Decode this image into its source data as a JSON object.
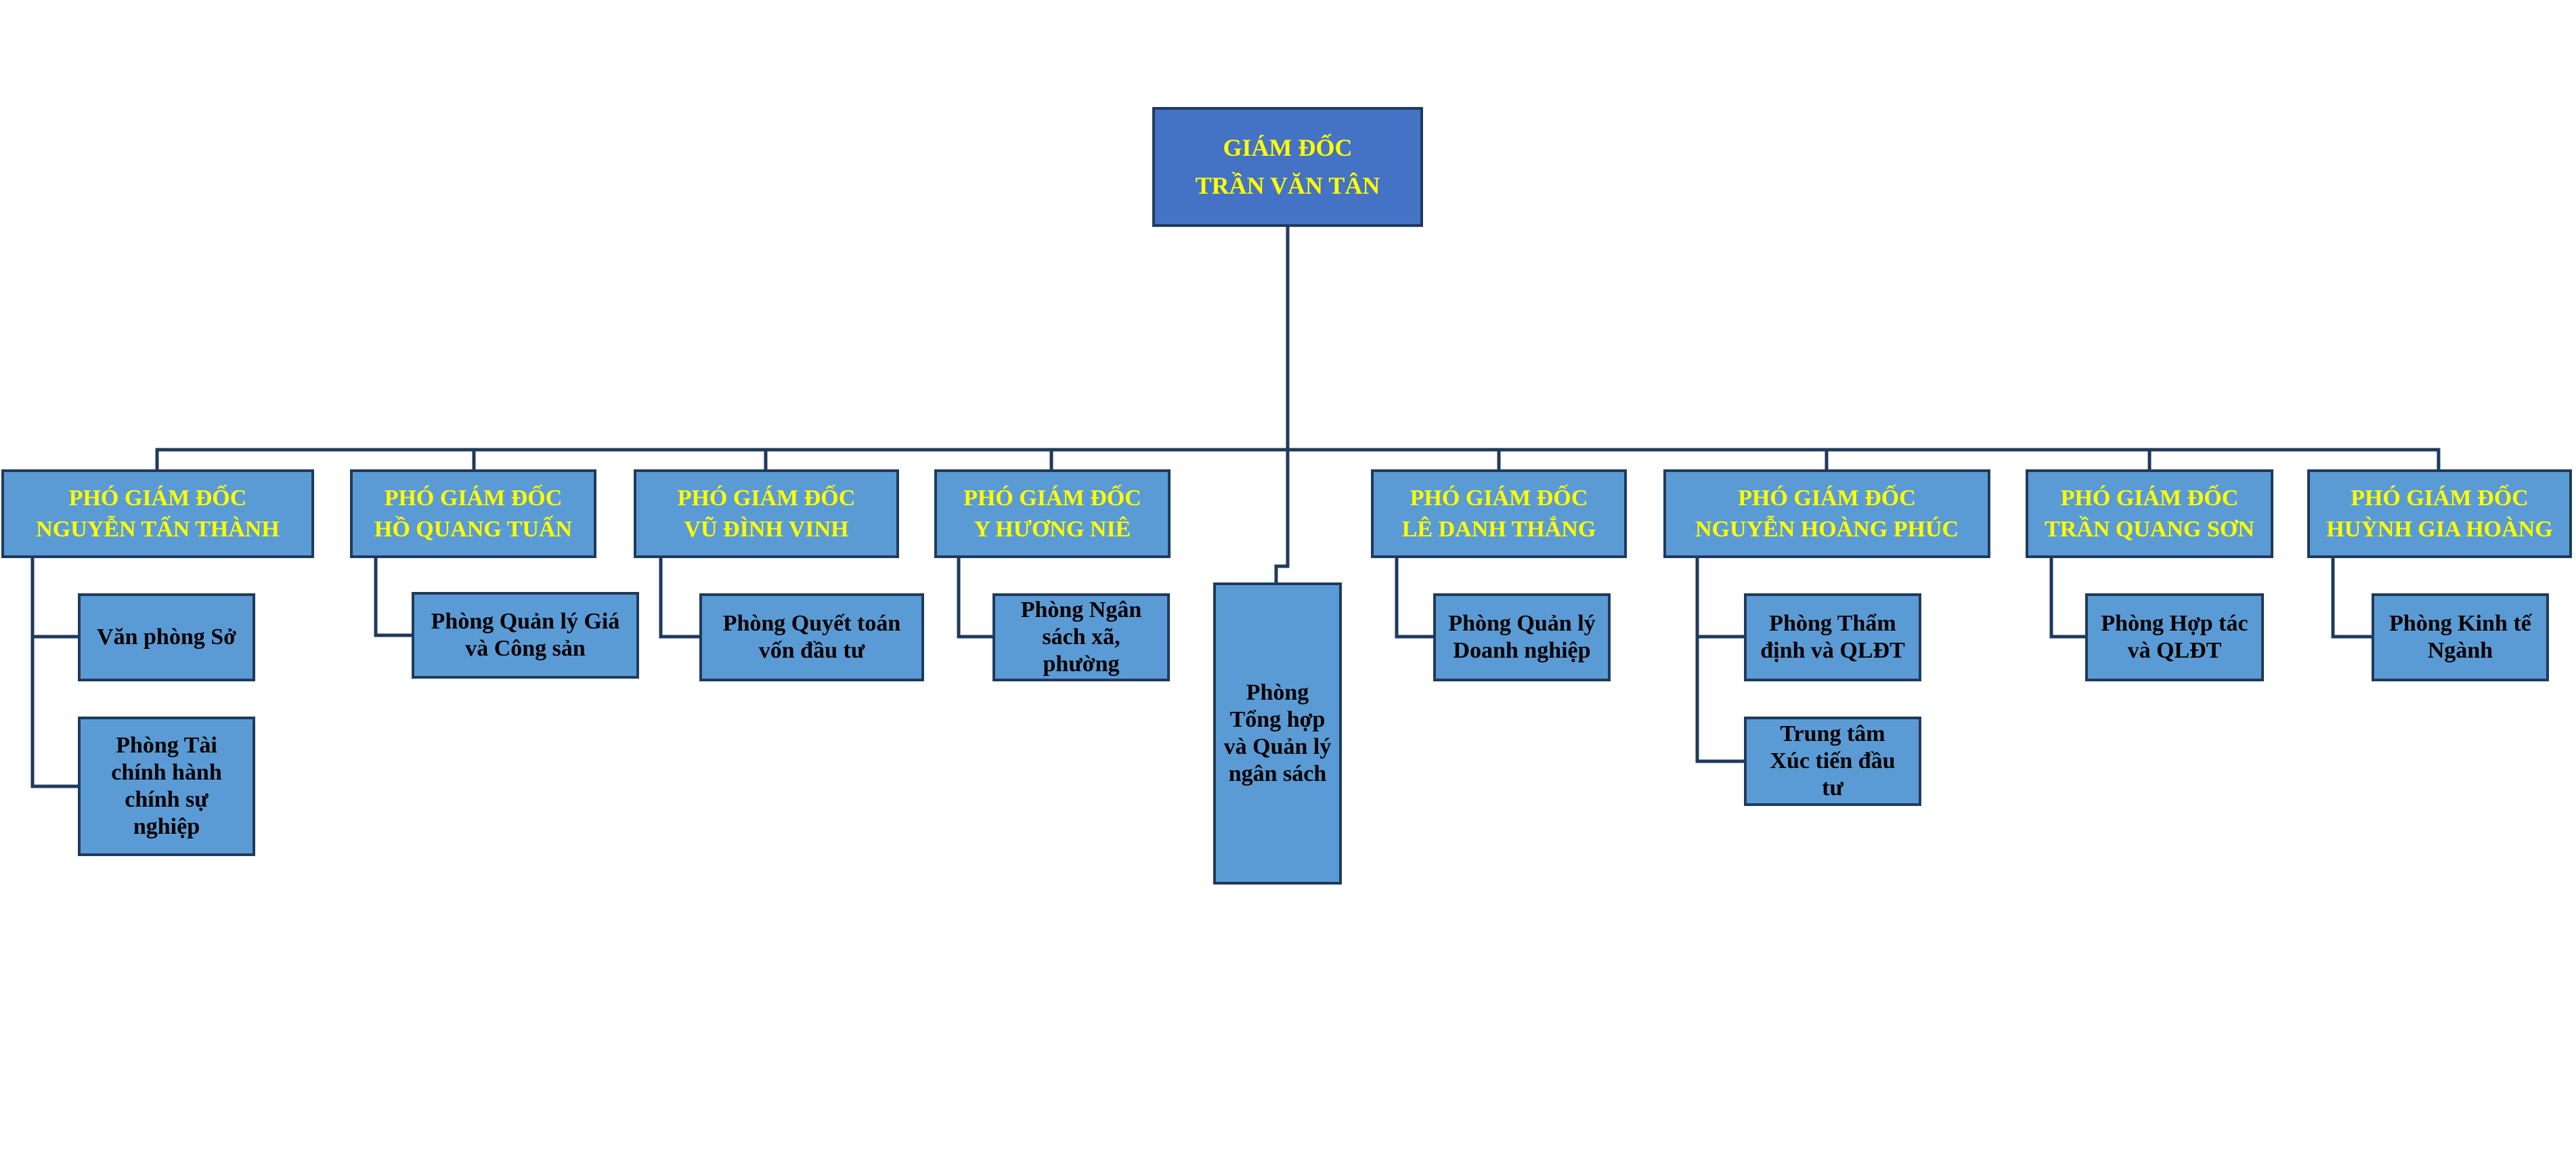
{
  "colors": {
    "director_fill": "#4472c4",
    "box_fill": "#5b9bd5",
    "border": "#1f3a5c",
    "title_text": "#ffff00",
    "dept_text": "#000000",
    "connector": "#1f3a5c"
  },
  "director": {
    "line1": "GIÁM ĐỐC",
    "line2": "TRẦN VĂN TÂN"
  },
  "central_department": {
    "l1": "Phòng",
    "l2": "Tổng hợp",
    "l3": "và Quản lý",
    "l4": "ngân sách"
  },
  "deputies": [
    {
      "line1": "PHÓ GIÁM ĐỐC",
      "line2": "NGUYỄN TẤN THÀNH",
      "departments": [
        {
          "l1": "Văn phòng Sở"
        },
        {
          "l1": "Phòng Tài",
          "l2": "chính hành",
          "l3": "chính sự",
          "l4": "nghiệp"
        }
      ]
    },
    {
      "line1": "PHÓ GIÁM ĐỐC",
      "line2": "HỒ QUANG TUẤN",
      "departments": [
        {
          "l1": "Phòng Quản lý Giá",
          "l2": "và Công sản"
        }
      ]
    },
    {
      "line1": "PHÓ GIÁM ĐỐC",
      "line2": "VŨ ĐÌNH VINH",
      "departments": [
        {
          "l1": "Phòng Quyết toán",
          "l2": "vốn đầu tư"
        }
      ]
    },
    {
      "line1": "PHÓ GIÁM ĐỐC",
      "line2": "Y HƯƠNG NIÊ",
      "departments": [
        {
          "l1": "Phòng Ngân",
          "l2": "sách xã,",
          "l3": "phường"
        }
      ]
    },
    {
      "line1": "PHÓ GIÁM ĐỐC",
      "line2": "LÊ DANH THẮNG",
      "departments": [
        {
          "l1": "Phòng Quản lý",
          "l2": "Doanh nghiệp"
        }
      ]
    },
    {
      "line1": "PHÓ GIÁM ĐỐC",
      "line2": "NGUYỄN HOÀNG PHÚC",
      "departments": [
        {
          "l1": "Phòng Thẩm",
          "l2": "định và QLĐT"
        },
        {
          "l1": "Trung tâm",
          "l2": "Xúc tiến đầu",
          "l3": "tư"
        }
      ]
    },
    {
      "line1": "PHÓ GIÁM ĐỐC",
      "line2": "TRẦN QUANG SƠN",
      "departments": [
        {
          "l1": "Phòng Hợp tác",
          "l2": "và QLĐT"
        }
      ]
    },
    {
      "line1": "PHÓ GIÁM ĐỐC",
      "line2": "HUỲNH GIA HOÀNG",
      "departments": [
        {
          "l1": "Phòng Kinh tế",
          "l2": "Ngành"
        }
      ]
    }
  ]
}
